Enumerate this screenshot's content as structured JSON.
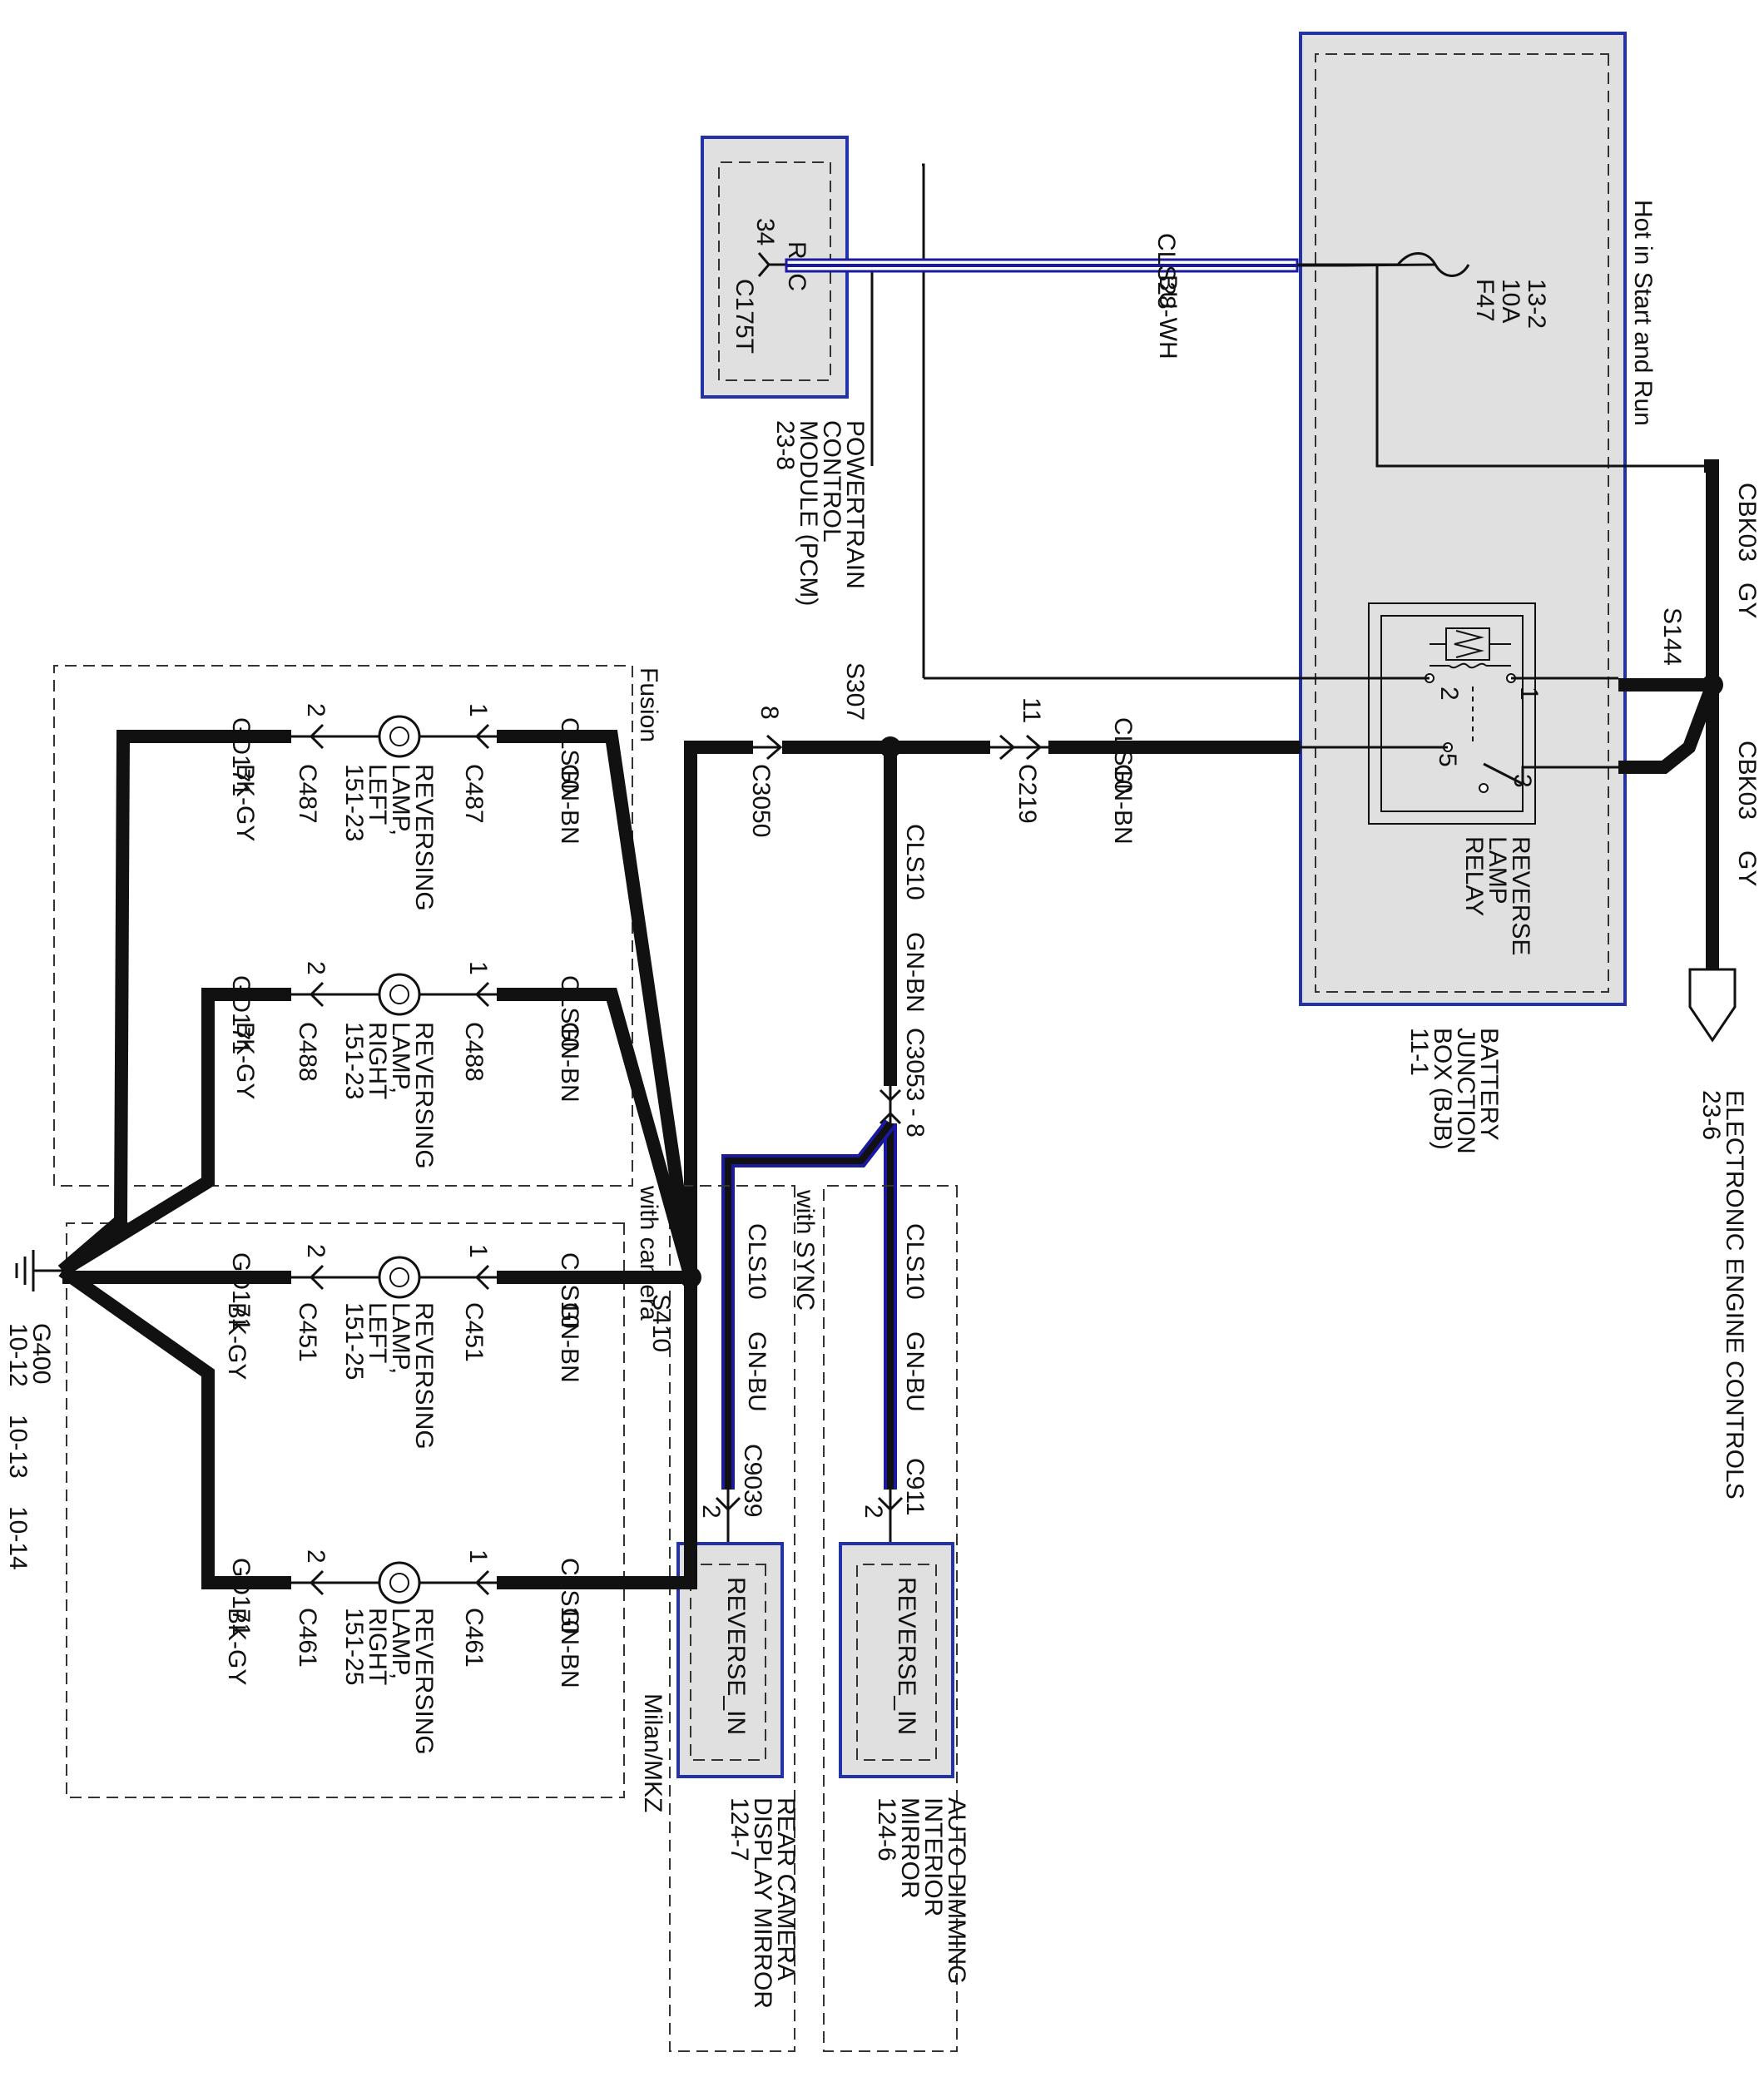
{
  "colors": {
    "wire": "#111111",
    "blue_wire": "#1a1aa0",
    "module_fill": "#e0e0e0",
    "module_border": "#2233aa",
    "background": "#ffffff"
  },
  "bjb": {
    "label": [
      "BATTERY",
      "JUNCTION",
      "BOX (BJB)",
      "11-1"
    ],
    "hot_text": "Hot in Start and Run",
    "fuse": [
      "F47",
      "10A",
      "13-2"
    ],
    "relay_label": [
      "REVERSE",
      "LAMP",
      "RELAY"
    ],
    "relay_pins": [
      "1",
      "2",
      "3",
      "5"
    ]
  },
  "pcm": {
    "label": [
      "POWERTRAIN",
      "CONTROL",
      "MODULE (PCM)",
      "23-8"
    ],
    "pin_name": "RLC",
    "pin": "34",
    "connector": "C175T"
  },
  "eec": {
    "label": [
      "ELECTRONIC ENGINE CONTROLS",
      "23-6"
    ]
  },
  "wires": {
    "cls28": "CLS28",
    "buwh": "BU-WH",
    "cbk03": "CBK03",
    "gy": "GY",
    "cls10": "CLS10",
    "gnbn": "GN-BN",
    "gnbu": "GN-BU",
    "gd171": "GD171",
    "bkgy": "BK-GY"
  },
  "splices": {
    "s144": "S144",
    "s307": "S307",
    "s410": "S410"
  },
  "connectors": {
    "c219": "C219",
    "c219_pin": "11",
    "c3050": "C3050",
    "c3050_pin": "8",
    "c3053": "C3053 - 8",
    "c911": "C911",
    "c911_pin": "2",
    "c9039": "C9039",
    "c9039_pin": "2"
  },
  "mirrors": {
    "auto_dimming": [
      "AUTO DIMMING",
      "INTERIOR",
      "MIRROR",
      "124-6"
    ],
    "rear_camera": [
      "REAR CAMERA",
      "DISPLAY MIRROR",
      "124-7"
    ],
    "pin_name": "REVERSE_IN",
    "with_sync": "with SYNC",
    "with_camera": "with camera"
  },
  "groups": {
    "fusion": "Fusion",
    "milan": "Milan/MKZ"
  },
  "lamps": [
    {
      "name": [
        "REVERSING",
        "LAMP,",
        "LEFT",
        "151-23"
      ],
      "connector": "C487"
    },
    {
      "name": [
        "REVERSING",
        "LAMP,",
        "RIGHT",
        "151-23"
      ],
      "connector": "C488"
    },
    {
      "name": [
        "REVERSING",
        "LAMP,",
        "LEFT",
        "151-25"
      ],
      "connector": "C451"
    },
    {
      "name": [
        "REVERSING",
        "LAMP,",
        "RIGHT",
        "151-25"
      ],
      "connector": "C461"
    }
  ],
  "lamp_pins": {
    "pos": "1",
    "neg": "2"
  },
  "ground": {
    "name": "G400",
    "refs": [
      "10-12",
      "10-13",
      "10-14"
    ]
  }
}
